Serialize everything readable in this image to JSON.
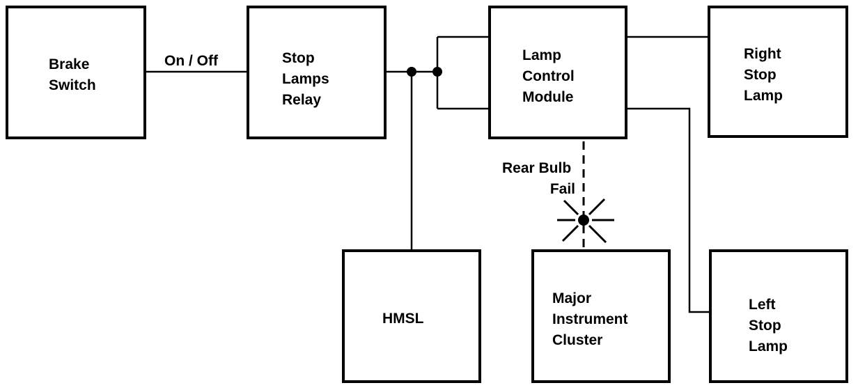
{
  "blocks": {
    "brake_switch": [
      "Brake",
      "Switch"
    ],
    "stop_lamps_relay": [
      "Stop",
      "Lamps",
      "Relay"
    ],
    "lamp_control_module": [
      "Lamp",
      "Control",
      "Module"
    ],
    "right_stop_lamp": [
      "Right",
      "Stop",
      "Lamp"
    ],
    "left_stop_lamp": [
      "Left",
      "Stop",
      "Lamp"
    ],
    "hmsl": [
      "HMSL"
    ],
    "major_instrument_cluster": [
      "Major",
      "Instrument",
      "Cluster"
    ]
  },
  "connections": {
    "on_off_label": "On / Off",
    "rear_bulb_fail_label": [
      "Rear Bulb",
      "Fail"
    ]
  }
}
